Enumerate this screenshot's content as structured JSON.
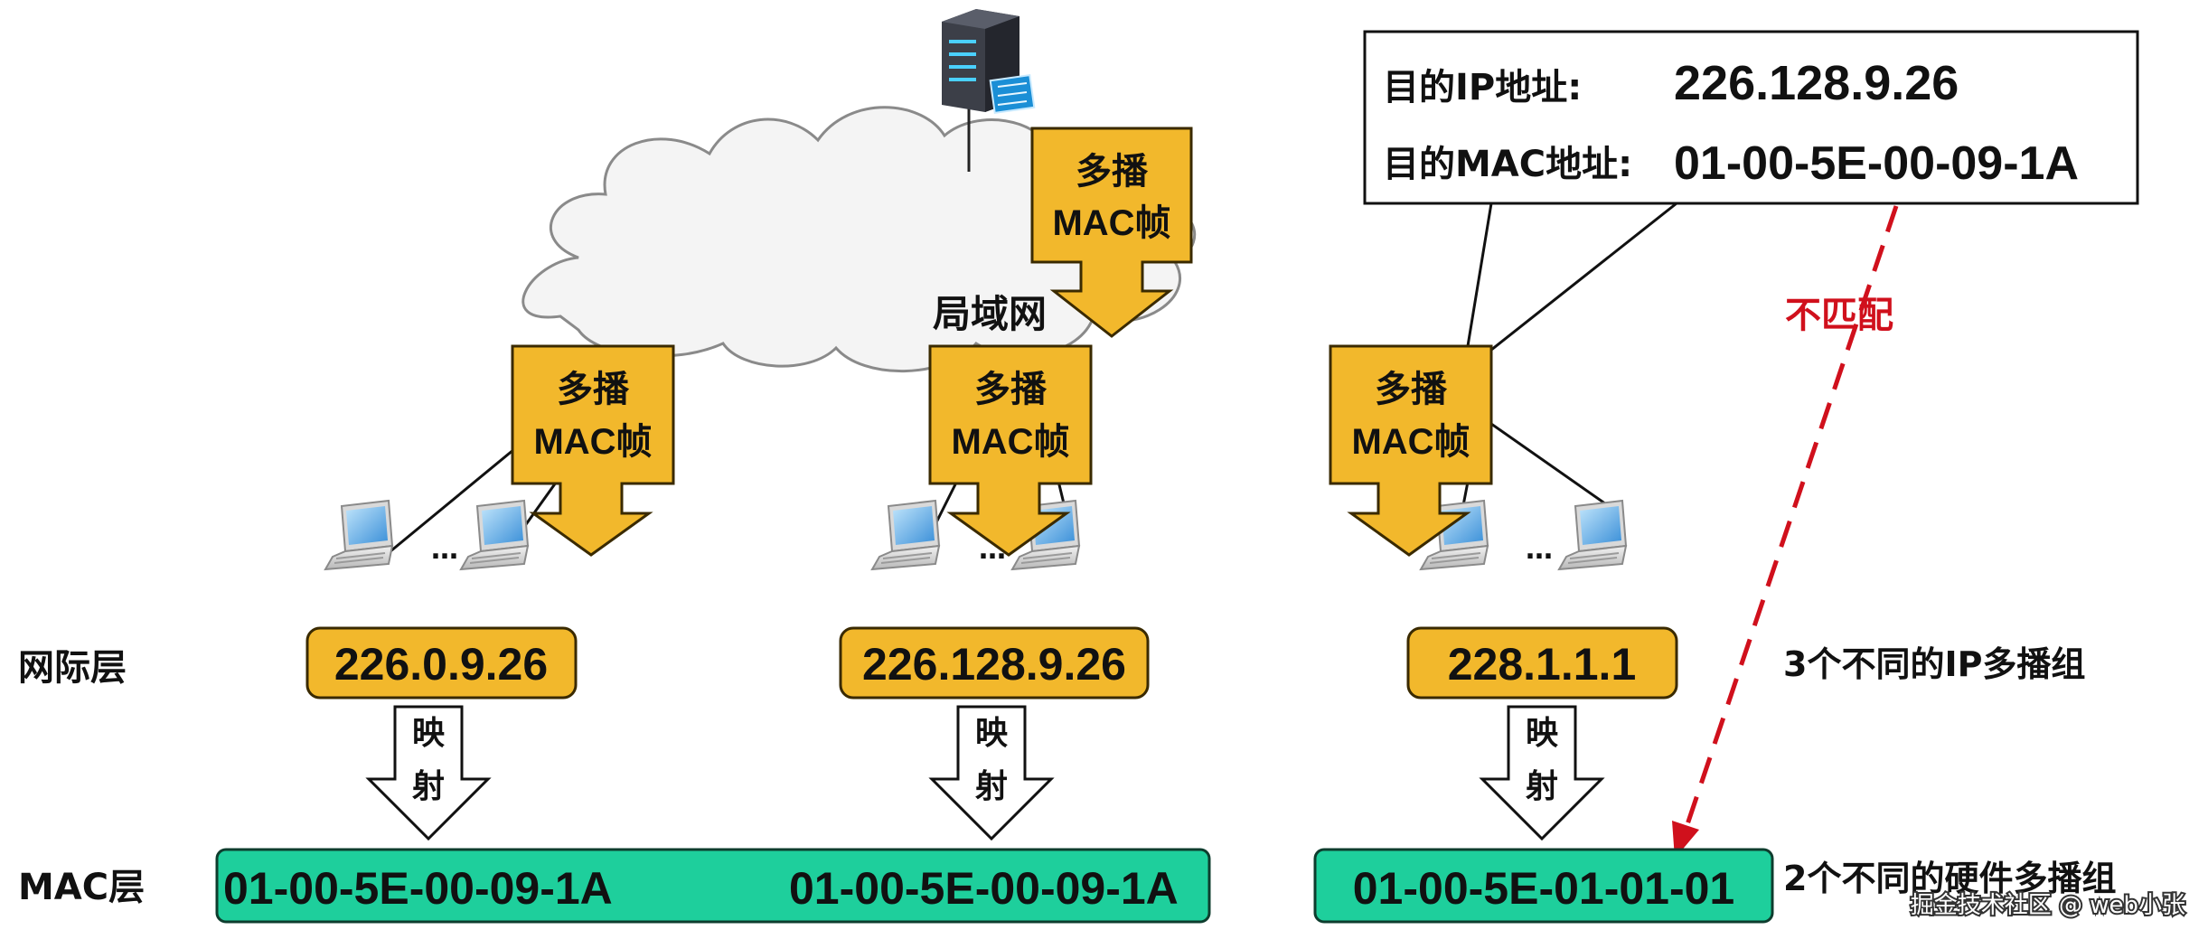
{
  "lan_label": "局域网",
  "frame": {
    "line1": "多播",
    "line2": "MAC帧"
  },
  "info_box": {
    "ip_label": "目的IP地址:",
    "ip_value": "226.128.9.26",
    "mac_label": "目的MAC地址:",
    "mac_value": "01-00-5E-00-09-1A"
  },
  "mismatch_label": "不匹配",
  "layers": {
    "network": "网际层",
    "mac": "MAC层"
  },
  "ip_groups": [
    "226.0.9.26",
    "226.128.9.26",
    "228.1.1.1"
  ],
  "mapping": {
    "line1": "映",
    "line2": "射"
  },
  "mac_addresses": [
    "01-00-5E-00-09-1A",
    "01-00-5E-00-09-1A",
    "01-00-5E-01-01-01"
  ],
  "ellipsis": "…",
  "notes": {
    "ip": "3个不同的IP多播组",
    "mac": "2个不同的硬件多播组"
  },
  "watermark": "掘金技术社区 @ web小张",
  "colors": {
    "frame_fill": "#f2b82c",
    "frame_stroke": "#3a2a00",
    "mac_bar": "#1ecf9c",
    "mismatch": "#d0101c",
    "cloud_fill": "#f4f4f4"
  },
  "icons": [
    "server-icon",
    "laptop-icon",
    "frame-arrow-icon",
    "mapping-arrow-icon"
  ]
}
